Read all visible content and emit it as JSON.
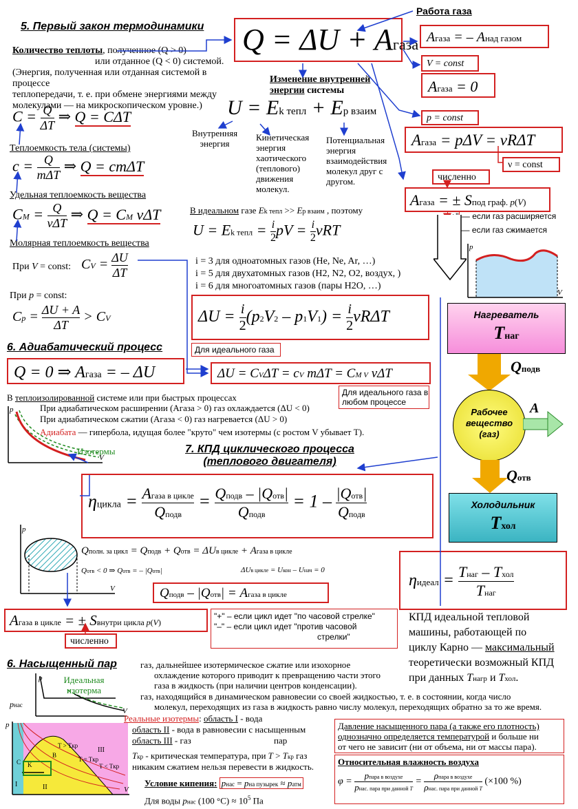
{
  "s5": {
    "title": "5. Первый закон термодинамики",
    "main_formula": "Q = ΔU + Aгаза",
    "work_label": "Работа газа",
    "work_ext": "Aгаза = – Aнад газом",
    "heat_line1": "Количество теплоты, полученное (Q > 0)",
    "heat_line2": "или  отданное (Q < 0) системой.",
    "heat_line3": "(Энергия, полученная или отданная системой в процессе",
    "heat_line4": "теплопередачи, т. е. при обмене энергиями между",
    "heat_line5": "молекулами — на микроскопическом уровне.)",
    "du_label1": "Изменение внутренней",
    "du_label2": "энергии системы",
    "U_formula": "U = Ek тепл + Ep взаим",
    "internal_energy": "Внутренняя энергия",
    "kinetic": "Кинетическая энергия хаотического (теплового) движения молекул.",
    "potential": "Потенциальная энергия взаимодействия молекул друг с другом.",
    "v_const": "V = const",
    "a_zero": "Aгаза = 0",
    "p_const": "p = const",
    "a_pdv": "Aгаза = pΔV = νRΔT",
    "nu_const": "ν = const",
    "numerically": "численно",
    "a_area": "Aгаза = ± Sпод граф. p(V)",
    "plus_note": "\"+\" — если газ расширяется",
    "minus_note": "\"–\" — если газ сжимается",
    "C_formula": "C = Q/ΔT ⇒ Q = CΔT",
    "C_label": "Теплоемкость тела (системы)",
    "c_formula": "c = Q/(mΔT) ⇒ Q = cmΔT",
    "c_label": "Удельная теплоемкость вещества",
    "CM_formula": "CM = Q/(νΔT) ⇒ Q = CM νΔT",
    "CM_label": "Молярная теплоемкость вещества",
    "cv_intro": "При V = const:",
    "cv_formula": "CV = ΔU/ΔT",
    "cp_intro": "При p = const:",
    "cp_formula": "Cp = (ΔU + A)/ΔT  > CV",
    "ideal_line": "В идеальном газе Ek тепл >> Ep взаим , поэтому",
    "U_ideal": "U = Ek тепл = (i/2)pV = (i/2)νRT",
    "i3": "i = 3 для одноатомных газов (He, Ne, Ar, …)",
    "i5": "i = 5 для двухатомных газов (H2, N2, O2, воздух, )",
    "i6": "i = 6 для многоатомных газов (пары H2O, …)",
    "dU_formula": "ΔU = (i/2)(p2V2 – p1V1) = (i/2)νRΔT",
    "ideal_gas": "Для идеального газа",
    "dU_cv": "ΔU = CVΔT = cVmΔT = CM VνΔT",
    "any_process": "Для идеального газа в любом процессе"
  },
  "s6": {
    "title": "6. Адиабатический процесс",
    "formula": "Q = 0 ⇒ Aгаза = – ΔU",
    "line1": "В теплоизолированной системе или при быстрых процессах",
    "line2": "При адиабатическом расширении (Aгаза > 0) газ охлаждается (ΔU < 0)",
    "line3": "При адиабатическом сжатии (Aгаза < 0) газ нагревается (ΔU > 0)",
    "adiabat": "Адиабата",
    "adiabat_text": " — гипербола, идущая более \"круто\" чем изотермы (с ростом V убывает T).",
    "isotherms": "Изотермы"
  },
  "s7": {
    "title1": "7. КПД циклического процесса",
    "title2": "(теплового двигателя)",
    "eta": "ηцикла = Aгаза в цикле / Qподв = (Qподв – |Qотв|)/Qподв = 1 – |Qотв|/Qподв",
    "q_full": "Qполн. за цикл = Qподв + Qотв = ΔUв цикле + Aгаза в цикле",
    "q_otv": "Qотв < 0 ⇒ Qотв = – |Qотв|",
    "du_cycle": "ΔUв цикле = Uкон – Uнач = 0",
    "q_box": "Qподв – |Qотв| = Aгаза в цикле",
    "a_cycle": "Aгаза в цикле = ± Sвнутри цикла p(V)",
    "numerically": "численно",
    "clockwise": "\"+\" – если цикл идет \"по часовой стрелке\"",
    "ccw1": "\"–\" – если цикл идет \"против часовой",
    "ccw2": "стрелки\"",
    "heater": "Нагреватель",
    "t_heater": "Tнаг",
    "q_in": "Qподв",
    "body1": "Рабочее",
    "body2": "вещество",
    "body3": "(газ)",
    "a": "A",
    "q_out": "Qотв",
    "cooler": "Холодильник",
    "t_cooler": "Tхол",
    "eta_ideal": "ηидеал = (Tнаг – Tхол)/Tнаг",
    "carnot1": "КПД идеальной тепловой",
    "carnot2": "машины, работающей по",
    "carnot3": "циклу Карно — максимальный",
    "carnot4": "теоретически возможный КПД",
    "carnot5": "при данных Tнагр и Tхол."
  },
  "s8": {
    "title": "6. Насыщенный пар",
    "ideal_isotherm": "Идеальная изотерма",
    "p_nas": "pнас",
    "d1_1": "газ, дальнейшее изотермическое сжатие или изохорное",
    "d1_2": "охлаждение которого приводит к превращению части этого",
    "d1_3": "газа в жидкость (при наличии центров конденсации).",
    "d2_1": "газ, находящийся в динамическом равновесии со своей жидкостью, т. е. в состоянии, когда число",
    "d2_2": "молекул, переходящих из газа в жидкость равно числу молекул, переходящих обратно за то же время.",
    "real": "Реальные изотермы",
    "region1": ": область I  - вода",
    "region2": "область II - вода в равновесии с насыщенным",
    "region3": "область III  - газ",
    "region3b": "пар",
    "tkr1": "Tкр - критическая температура, при T > Tкр газ",
    "tkr2": "никаким сжатием нельзя перевести в жидкость.",
    "boil_label": "Условие кипения:",
    "boil_formula": "pнас = pна пузырек ≈ pатм",
    "water": "Для воды pнас (100 °C) ≈ 10⁵ Па",
    "press1": "Давление насыщенного пара (а также его плотность)",
    "press2": "однозначно определяется температурой и больше ни",
    "press3": "от чего не зависит (ни от объема, ни от массы пара).",
    "humid_title": "Относительная влажность воздуха",
    "humid_formula": "φ = pпара в воздухе / pнас. пара при данной T = ρпара в воздухе / ρнас. пара при данной T  (×100 %)"
  },
  "colors": {
    "red": "#d32020",
    "blue": "#1f3fcf",
    "pink": "#f7a8e6",
    "yellow": "#f6e93a",
    "orange": "#f0a800",
    "teal": "#6fd0d8"
  }
}
